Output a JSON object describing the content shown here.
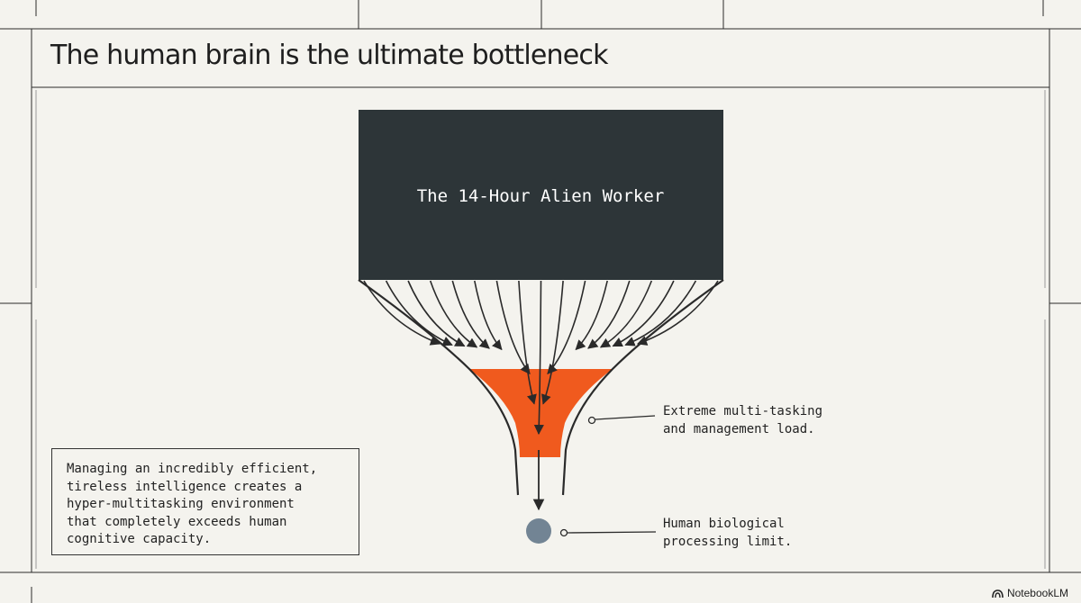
{
  "title": "The human brain is the ultimate bottleneck",
  "diagram": {
    "source_label": "The 14-Hour Alien Worker",
    "callouts": {
      "load": "Extreme multi-tasking\nand management load.",
      "limit": "Human biological\nprocessing limit."
    },
    "note": "Managing an incredibly efficient,\ntireless intelligence creates a\nhyper-multitasking environment\nthat completely exceeds human\ncognitive capacity.",
    "colors": {
      "box": "#2d3538",
      "accent": "#f05a1e",
      "node": "#728494",
      "line": "#2a2a2a"
    }
  },
  "brand": {
    "name": "NotebookLM",
    "icon": "notebooklm-logo-icon"
  }
}
